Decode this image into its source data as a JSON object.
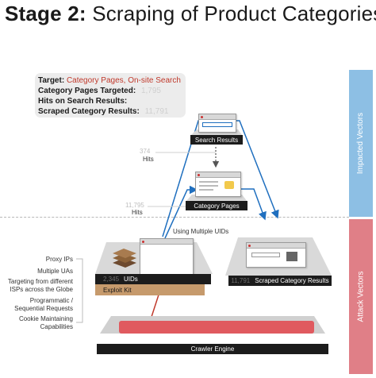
{
  "title": {
    "bold": "Stage 2:",
    "rest": "Scraping of Product Categories"
  },
  "side_labels": {
    "top": "Impacted Vectors",
    "bottom": "Attack Vectors"
  },
  "info": {
    "target_label": "Target:",
    "target_value": "Category Pages, On-site Search",
    "pages_label": "Category Pages Targeted:",
    "pages_value": "1,795",
    "hits_label": "Hits on Search Results:",
    "scraped_label": "Scraped Category Results:",
    "scraped_value": "11,791"
  },
  "nodes": {
    "search_results": "Search Results",
    "category_pages": "Category Pages",
    "uids_count": "2,345",
    "uids_label": "UIDs",
    "exploit_kit": "Exploit Kit",
    "scraped_count": "11,791",
    "scraped_label": "Scraped Category Results",
    "crawler_engine": "Crawler Engine"
  },
  "hits": {
    "search_count": "374",
    "search_label": "Hits",
    "category_count": "11,795",
    "category_label": "Hits"
  },
  "using_multiple_uids": "Using Multiple UIDs",
  "capabilities": [
    "Proxy IPs",
    "Multiple UAs",
    "Targeting from different ISPs across the Globe",
    "Programmatic / Sequential Requests",
    "Cookie Maintaining Capabilities"
  ],
  "colors": {
    "impacted": "#8dbfe4",
    "attack": "#e07f87",
    "arrow_blue": "#1f6fbf",
    "exploit": "#c69a6c",
    "crawler": "#e05a5f",
    "accent_red": "#c0392b"
  }
}
